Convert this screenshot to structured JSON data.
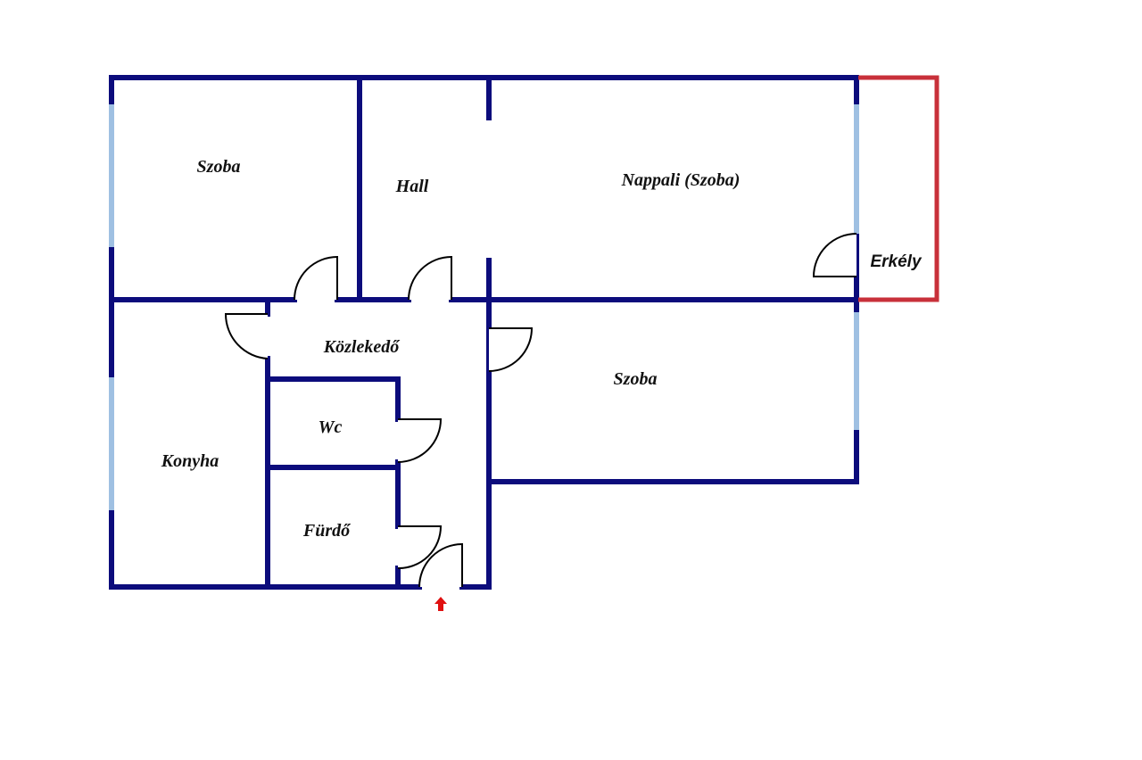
{
  "rooms": {
    "szoba_1": "Szoba",
    "hall": "Hall",
    "nappali": "Nappali (Szoba)",
    "erkely": "Erkély",
    "kozlekedo": "Közlekedő",
    "szoba_2": "Szoba",
    "wc": "Wc",
    "konyha": "Konyha",
    "furdo": "Fürdő"
  },
  "colors": {
    "wall": "#0c0c7c",
    "window": "#9fc0e2",
    "balcony": "#c8303a",
    "entrance_arrow": "#e01010"
  },
  "icons": {
    "entrance": "arrow-up-icon"
  }
}
